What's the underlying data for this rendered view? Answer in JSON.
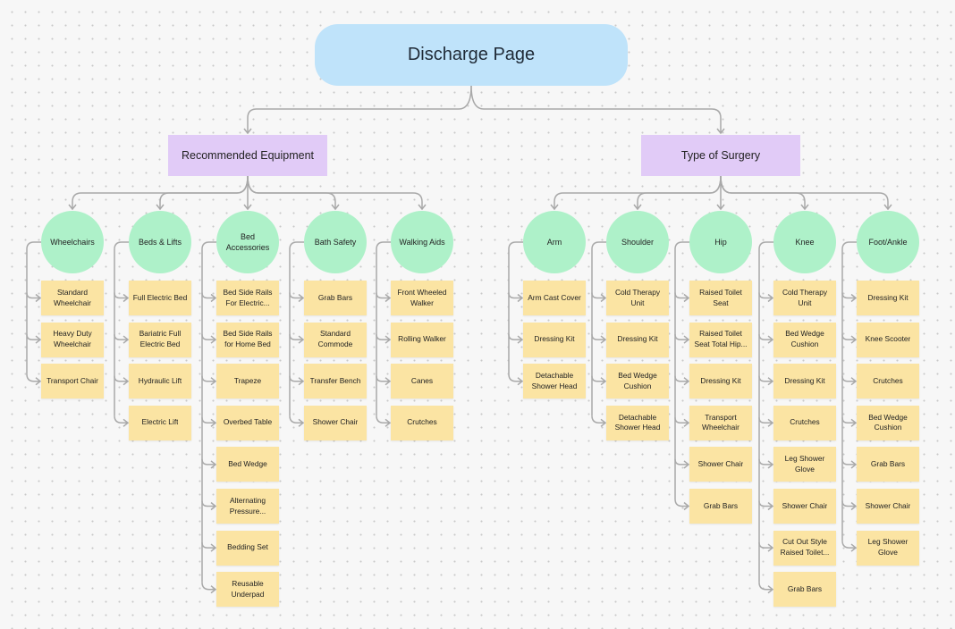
{
  "root": {
    "label": "Discharge Page"
  },
  "branches": [
    {
      "label": "Recommended Equipment",
      "groups": [
        {
          "label": "Wheelchairs",
          "items": [
            "Standard Wheelchair",
            "Heavy Duty Wheelchair",
            "Transport Chair"
          ]
        },
        {
          "label": "Beds & Lifts",
          "items": [
            "Full Electric Bed",
            "Bariatric Full Electric Bed",
            "Hydraulic Lift",
            "Electric Lift"
          ]
        },
        {
          "label": "Bed Accessories",
          "items": [
            "Bed Side Rails For Electric...",
            "Bed Side Rails for Home Bed",
            "Trapeze",
            "Overbed Table",
            "Bed Wedge",
            "Alternating Pressure...",
            "Bedding Set",
            "Reusable Underpad"
          ]
        },
        {
          "label": "Bath Safety",
          "items": [
            "Grab Bars",
            "Standard Commode",
            "Transfer Bench",
            "Shower Chair"
          ]
        },
        {
          "label": "Walking Aids",
          "items": [
            "Front Wheeled Walker",
            "Rolling Walker",
            "Canes",
            "Crutches"
          ]
        }
      ]
    },
    {
      "label": "Type of Surgery",
      "groups": [
        {
          "label": "Arm",
          "items": [
            "Arm Cast Cover",
            "Dressing Kit",
            "Detachable Shower Head"
          ]
        },
        {
          "label": "Shoulder",
          "items": [
            "Cold Therapy Unit",
            "Dressing Kit",
            "Bed Wedge Cushion",
            "Detachable Shower Head"
          ]
        },
        {
          "label": "Hip",
          "items": [
            "Raised Toilet Seat",
            "Raised Toilet Seat Total Hip...",
            "Dressing Kit",
            "Transport Wheelchair",
            "Shower Chair",
            "Grab Bars"
          ]
        },
        {
          "label": "Knee",
          "items": [
            "Cold Therapy Unit",
            "Bed Wedge Cushion",
            "Dressing Kit",
            "Crutches",
            "Leg Shower Glove",
            "Shower Chair",
            "Cut Out Style Raised Toilet...",
            "Grab Bars"
          ]
        },
        {
          "label": "Foot/Ankle",
          "items": [
            "Dressing Kit",
            "Knee Scooter",
            "Crutches",
            "Bed Wedge Cushion",
            "Grab Bars",
            "Shower Chair",
            "Leg Shower Glove"
          ]
        }
      ]
    }
  ]
}
